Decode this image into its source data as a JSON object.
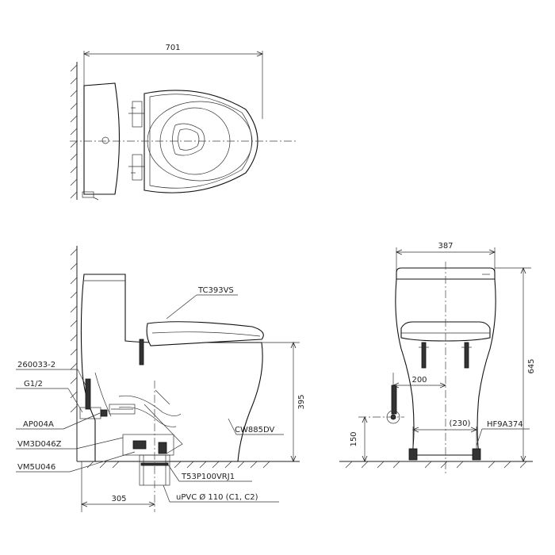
{
  "top_view": {
    "dim_width": "701"
  },
  "side_view": {
    "labels": {
      "seat": "TC393VS",
      "part_260033": "260033-2",
      "g12": "G1/2",
      "ap004a": "AP004A",
      "vm3d": "VM3D046Z",
      "vm5u": "VM5U046",
      "body": "CW885DV",
      "t53": "T53P100VRJ1",
      "upvc": "uPVC Ø 110 (C1, C2)"
    },
    "dims": {
      "height_395": "395",
      "rough_305": "305"
    }
  },
  "front_view": {
    "labels": {
      "hf": "HF9A374"
    },
    "dims": {
      "width_387": "387",
      "height_645": "645",
      "offset_200": "200",
      "spacing_230": "(230)",
      "height_150": "150"
    }
  }
}
